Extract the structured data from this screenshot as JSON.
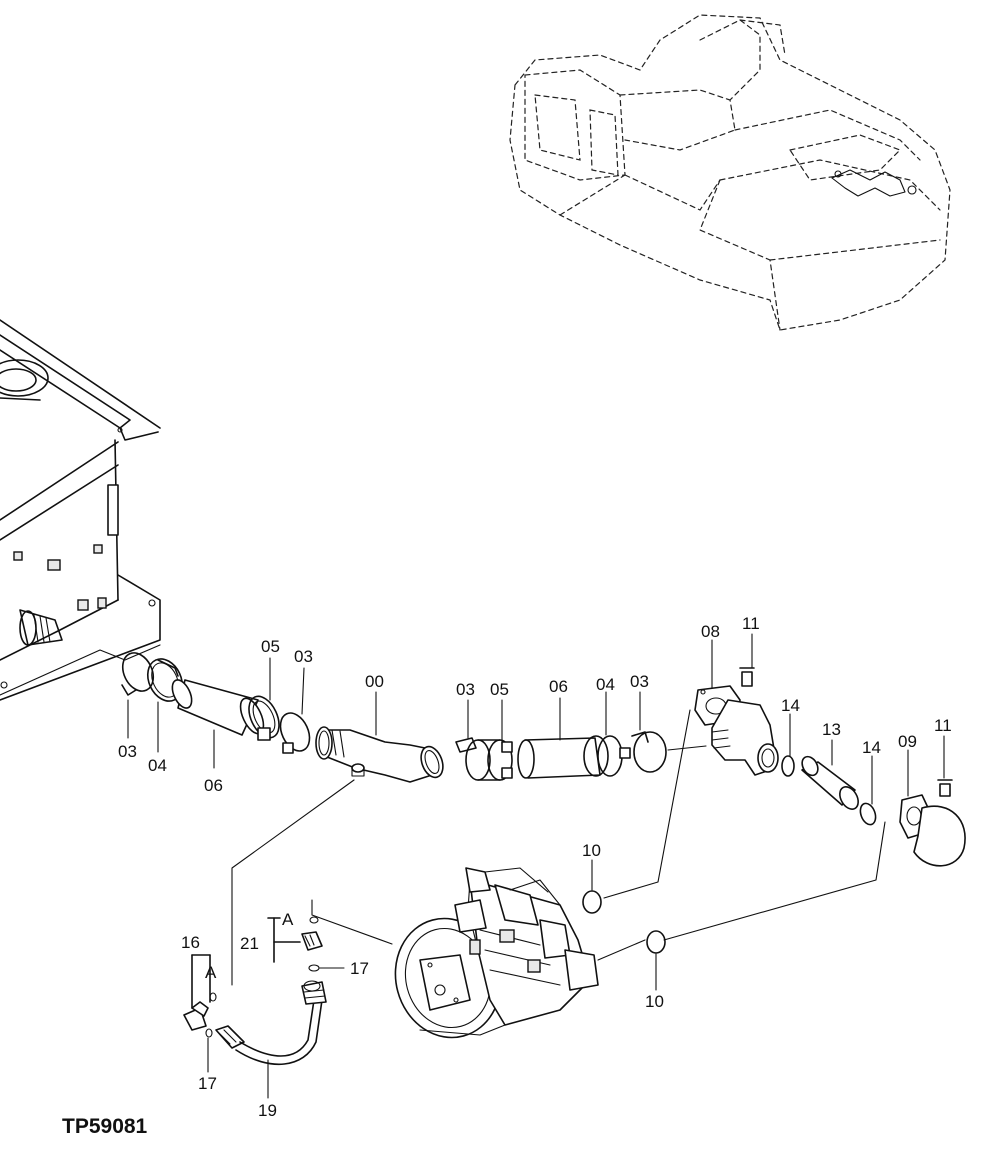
{
  "diagram_code": "TP59081",
  "callouts": {
    "c03a": "03",
    "c04a": "04",
    "c06a": "06",
    "c05a": "05",
    "c03b": "03",
    "c00": "00",
    "c03c": "03",
    "c05b": "05",
    "c06b": "06",
    "c04b": "04",
    "c03d": "03",
    "c08": "08",
    "c11a": "11",
    "c14a": "14",
    "c13": "13",
    "c14b": "14",
    "c09": "09",
    "c11b": "11",
    "c10a": "10",
    "c10b": "10",
    "c21": "21",
    "cA1": "A",
    "c17a": "17",
    "c16": "16",
    "cA2": "A",
    "c17b": "17",
    "c19": "19"
  }
}
